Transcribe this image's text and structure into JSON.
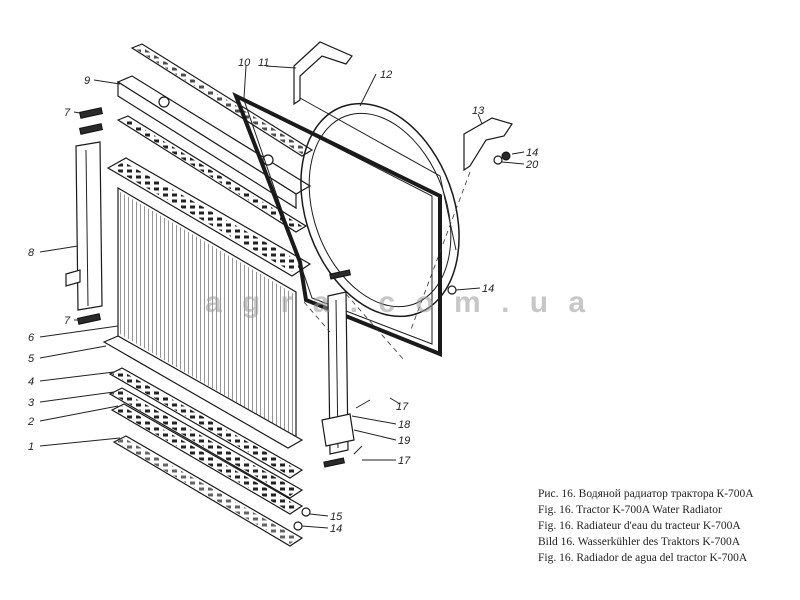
{
  "caption": {
    "lines": [
      "Рис. 16. Водяной радиатор трактора К-700А",
      "Fig. 16. Tractor K-700A Water Radiator",
      "Fig. 16. Radiateur d'eau du tracteur K-700A",
      "Bild 16. Wasserkühler des Traktors K-700A",
      "Fig. 16. Radiador de agua del tractor K-700A"
    ]
  },
  "watermark": "a g r a . c o m . u a",
  "callouts": {
    "c1": "1",
    "c2": "2",
    "c3": "3",
    "c4": "4",
    "c5": "5",
    "c6": "6",
    "c7a": "7",
    "c7b": "7",
    "c8": "8",
    "c9": "9",
    "c10": "10",
    "c11": "11",
    "c12": "12",
    "c13": "13",
    "c14a": "14",
    "c20": "20",
    "c14b": "14",
    "c15": "15",
    "c14c": "14",
    "c17a": "17",
    "c18": "18",
    "c19": "19",
    "c17b": "17"
  },
  "colors": {
    "ink": "#1a1a1a",
    "paper": "#ffffff",
    "watermark": "#9a9a9a"
  }
}
